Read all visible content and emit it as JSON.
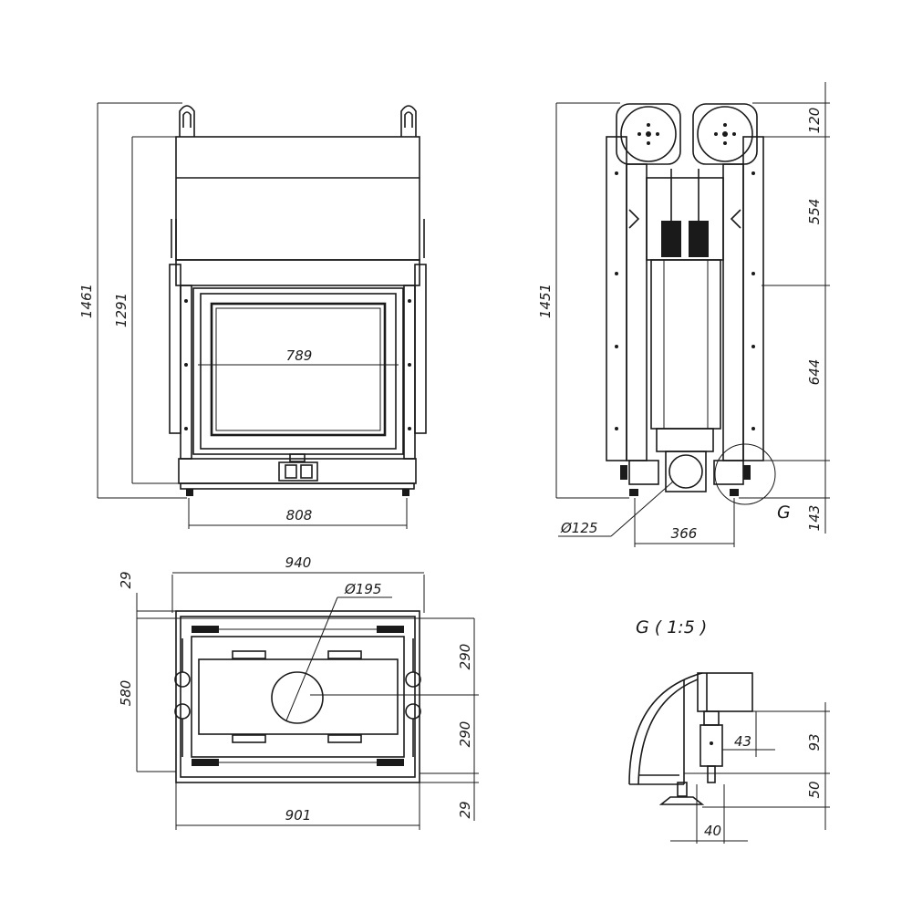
{
  "views": {
    "front": {
      "dim_height_total": "1461",
      "dim_height_body": "1291",
      "dim_glass_width": "789",
      "dim_base_width": "808"
    },
    "side": {
      "dim_height_total": "1451",
      "dim_top": "120",
      "dim_upper": "554",
      "dim_middle": "644",
      "dim_bottom": "143",
      "dim_flue_diameter": "Ø125",
      "dim_flue_offset": "366",
      "detail_marker": "G"
    },
    "top": {
      "dim_width_top": "940",
      "dim_width_bottom": "901",
      "dim_depth": "580",
      "dim_half_upper": "290",
      "dim_half_lower": "290",
      "dim_edge_upper": "29",
      "dim_edge_lower": "29",
      "dim_outlet_diameter": "Ø195"
    },
    "detail": {
      "title": "G ( 1:5 )",
      "dim_height_upper": "93",
      "dim_height_lower": "50",
      "dim_horizontal": "43",
      "dim_foot": "40"
    }
  }
}
